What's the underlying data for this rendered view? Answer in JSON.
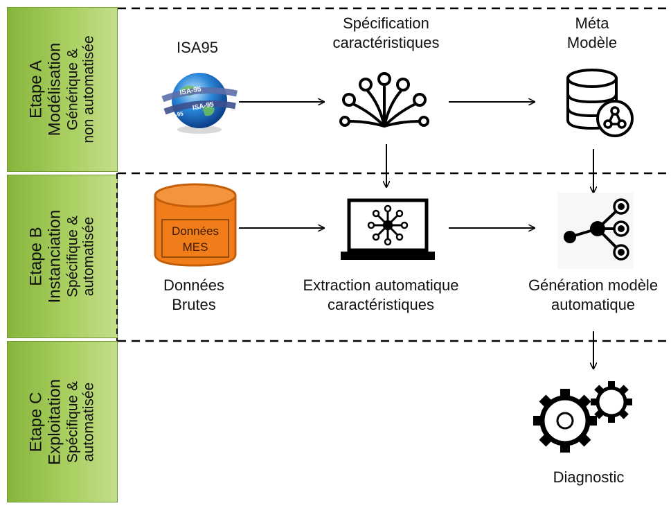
{
  "stages": [
    {
      "title": "Etape A",
      "line1": "Modélisation",
      "line2": "Générique &",
      "line3": "non automatisée"
    },
    {
      "title": "Etape B",
      "line1": "Instanciation",
      "line2": "Spécifique &",
      "line3": "automatisée"
    },
    {
      "title": "Etape C",
      "line1": "Exploitation",
      "line2": "Spécifique &",
      "line3": "automatisée"
    }
  ],
  "nodes": {
    "isa95": {
      "label": "ISA95",
      "badge_top": "ISA-95",
      "badge_mid": "ISA-95",
      "badge_bot": "ISA-95"
    },
    "spec": {
      "line1": "Spécification",
      "line2": "caractéristiques"
    },
    "meta": {
      "line1": "Méta",
      "line2": "Modèle"
    },
    "raw": {
      "cyl_line1": "Données",
      "cyl_line2": "MES",
      "line1": "Données",
      "line2": "Brutes"
    },
    "extract": {
      "line1": "Extraction automatique",
      "line2": "caractéristiques"
    },
    "gen": {
      "line1": "Génération modèle",
      "line2": "automatique"
    },
    "diag": {
      "label": "Diagnostic"
    }
  },
  "colors": {
    "stage_fill": "#a9cf60",
    "cylinder": "#f07d1a",
    "line": "#000000"
  }
}
